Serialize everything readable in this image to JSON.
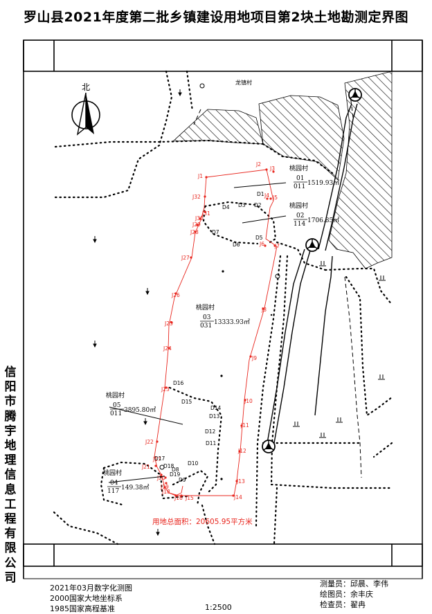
{
  "title": "罗山县2021年度第二批乡镇建设用地项目第2块土地勘测定界图",
  "side_company": [
    "信",
    "阳",
    "市",
    "腾",
    "宇",
    "地",
    "理",
    "信",
    "息",
    "工",
    "程",
    "有",
    "限",
    "公",
    "司"
  ],
  "north_label": "北",
  "village_top": "龙镇村",
  "parcels": [
    {
      "village": "桃园村",
      "code_top": "01",
      "code_bottom": "011",
      "area": "1519.93㎡"
    },
    {
      "village": "桃园村",
      "code_top": "02",
      "code_bottom": "114",
      "area": "1706.85㎡"
    },
    {
      "village": "桃园村",
      "code_top": "03",
      "code_bottom": "031",
      "area": "13333.93㎡"
    },
    {
      "village": "桃园村",
      "code_top": "05",
      "code_bottom": "011",
      "area": "3895.80㎡"
    },
    {
      "village": "桃园村",
      "code_top": "04",
      "code_bottom": "117",
      "area": "149.38㎡"
    }
  ],
  "total_area": "用地总面积：20605.95平方米",
  "j_points": [
    "J1",
    "J2",
    "J3",
    "J4",
    "J5",
    "J6",
    "J7",
    "J8",
    "J9",
    "J10",
    "J11",
    "J12",
    "J13",
    "J14",
    "J15",
    "J16",
    "J17",
    "J18",
    "J19",
    "J20",
    "J21",
    "J22",
    "J23",
    "J24",
    "J25",
    "J26",
    "J27",
    "J28",
    "J29",
    "J30",
    "J31",
    "J32"
  ],
  "d_points": [
    "D1",
    "D2",
    "D3",
    "D4",
    "D5",
    "D6",
    "D7",
    "D8",
    "D9",
    "D10",
    "D11",
    "D12",
    "D13",
    "D14",
    "D15",
    "D16",
    "D17",
    "D18",
    "D19"
  ],
  "footer_left": [
    "2021年03月数字化测图",
    "2000国家大地坐标系",
    "1985国家高程基准"
  ],
  "footer_scale": "1:2500",
  "footer_right": [
    "测量员：邱晨、李伟",
    "绘图员：余丰庆",
    "检查员：翟冉"
  ],
  "colors": {
    "boundary": "#e8241c",
    "ink": "#000000",
    "hatch": "#000000"
  },
  "icons": [
    "north-arrow-icon",
    "triangulation-point-icon",
    "dry-field-symbol-icon",
    "grass-symbol-icon",
    "well-icon"
  ]
}
